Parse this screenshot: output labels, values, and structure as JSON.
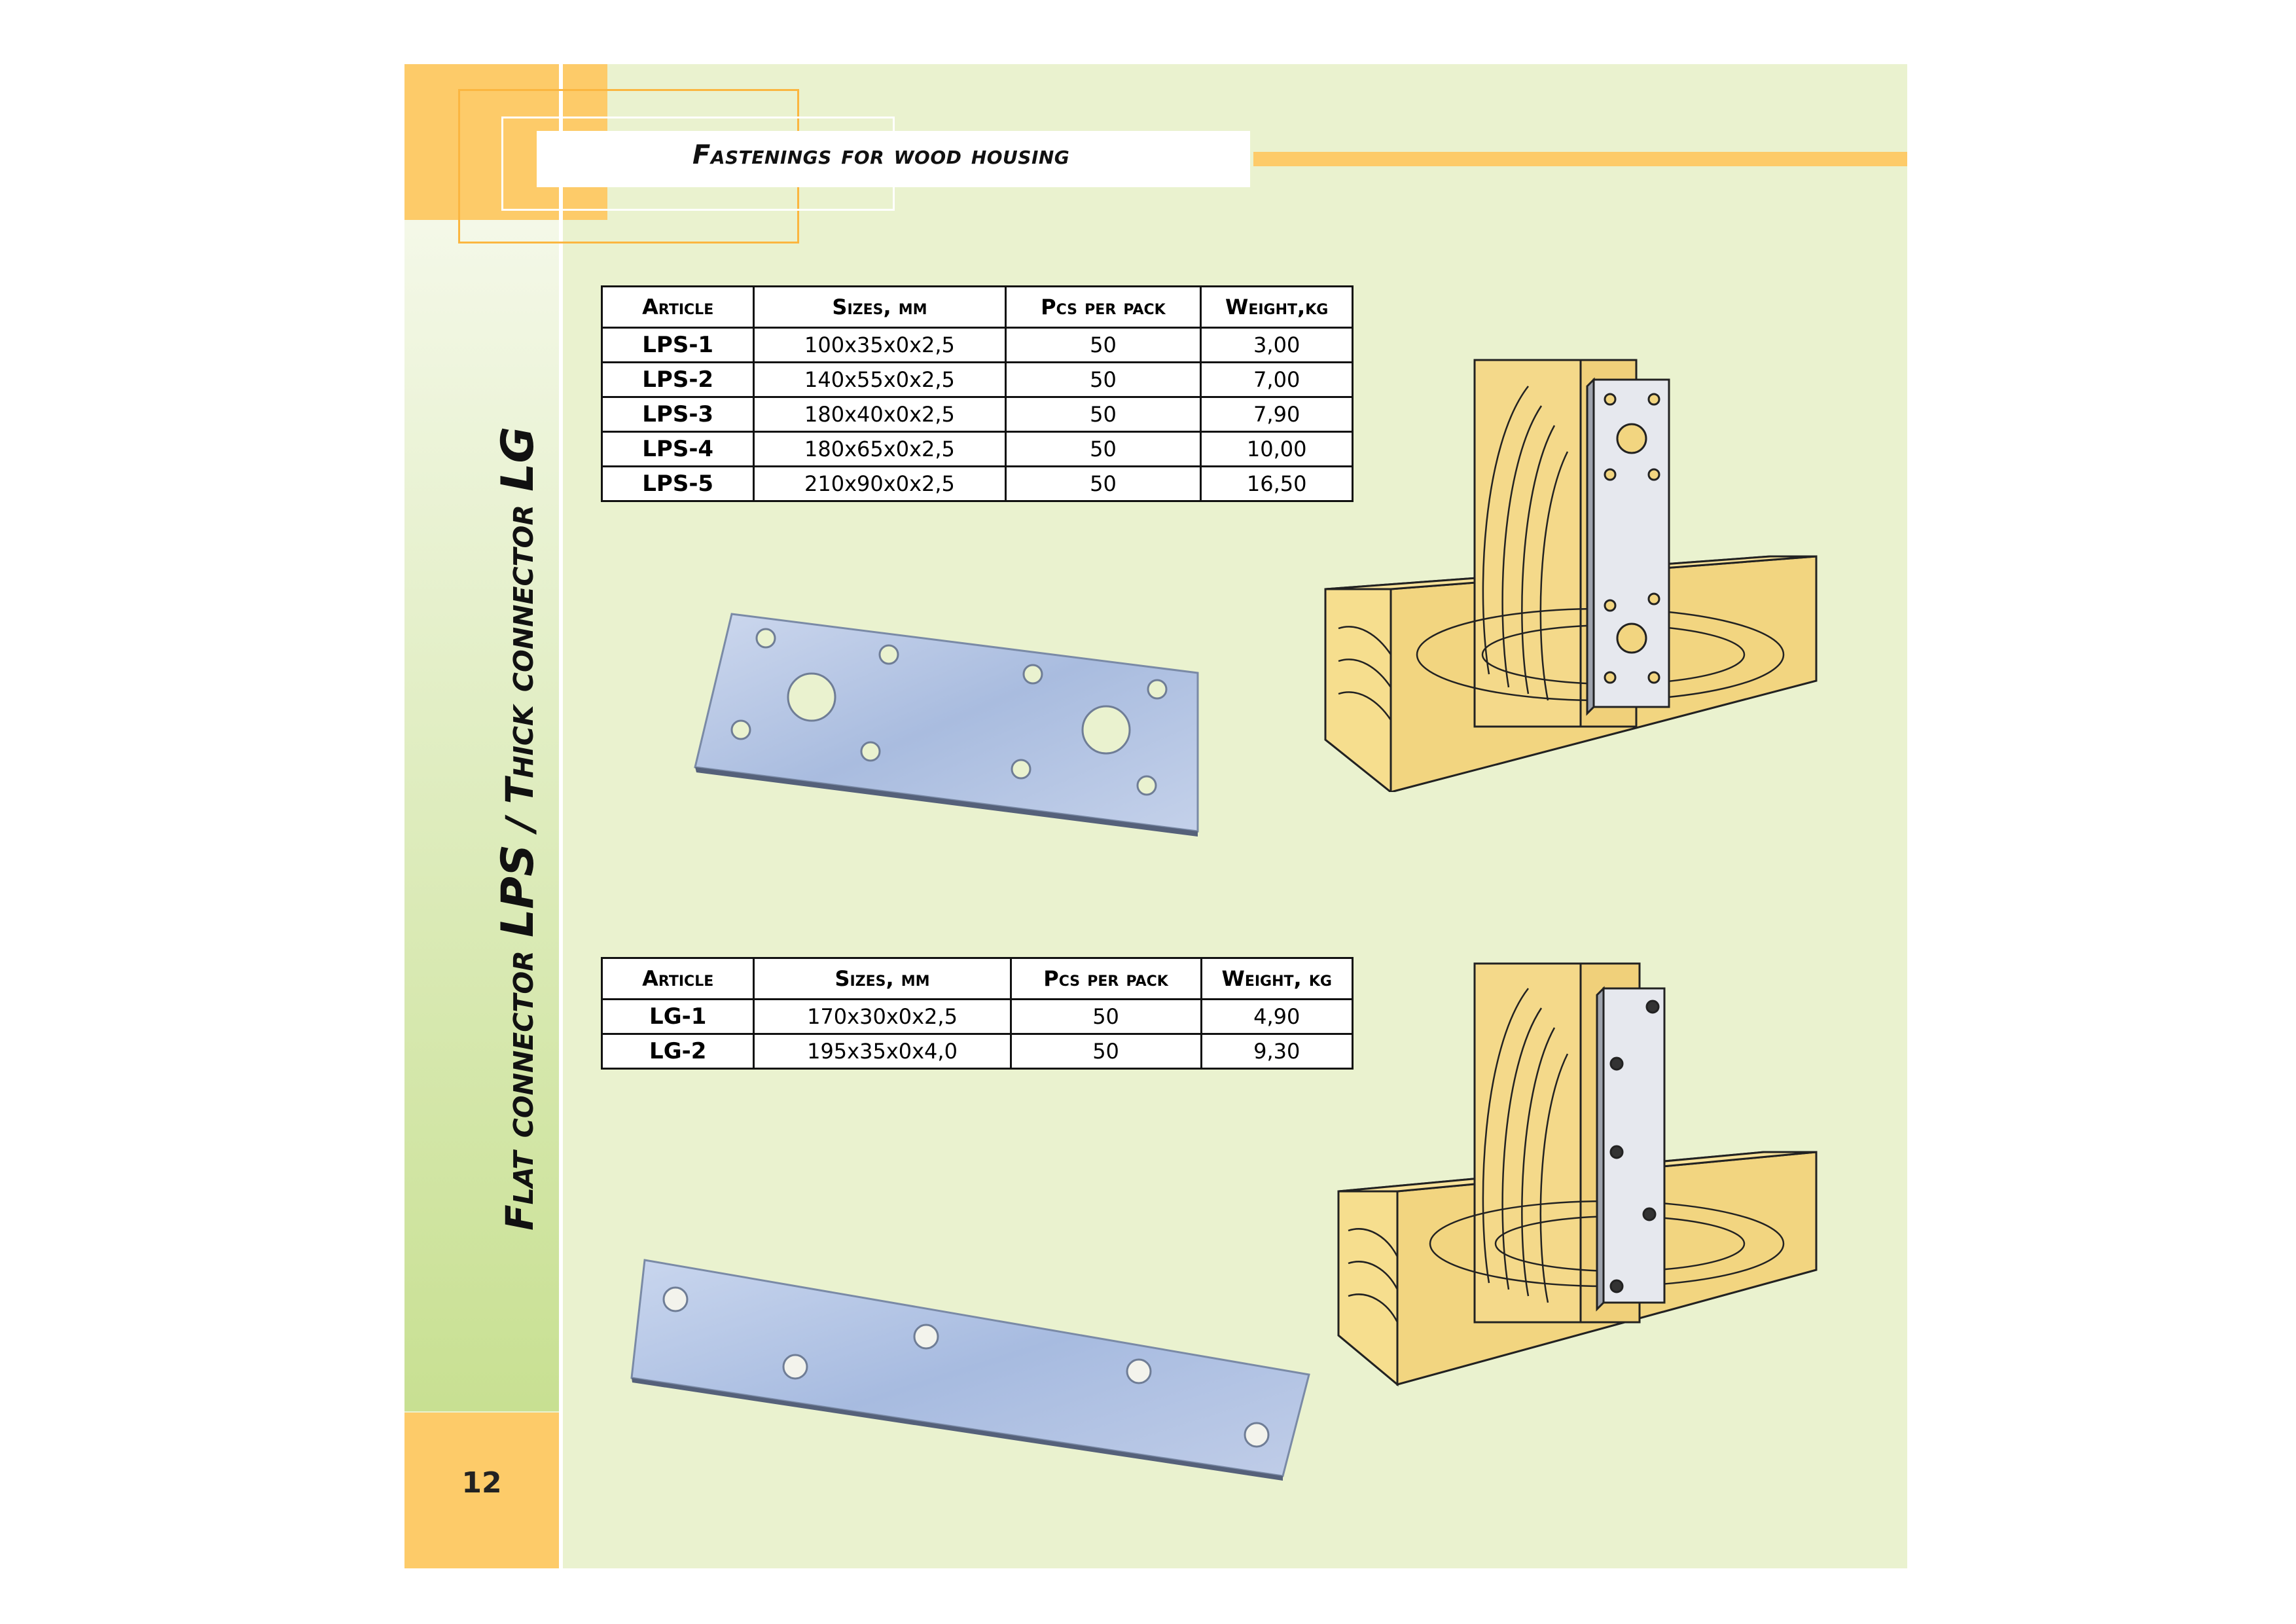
{
  "header": {
    "title": "Fastenings for wood housing"
  },
  "side_title": {
    "prefix_1": "Flat connector ",
    "product_1": "LPS",
    "separator": " / ",
    "prefix_2": "Thick connector ",
    "product_2": "LG"
  },
  "page_number": "12",
  "table_lps": {
    "headers": [
      "Article",
      "Sizes, mm",
      "Pcs per pack",
      "Weight,kg"
    ],
    "rows": [
      [
        "LPS-1",
        "100x35x0x2,5",
        "50",
        "3,00"
      ],
      [
        "LPS-2",
        "140x55x0x2,5",
        "50",
        "7,00"
      ],
      [
        "LPS-3",
        "180x40x0x2,5",
        "50",
        "7,90"
      ],
      [
        "LPS-4",
        "180x65x0x2,5",
        "50",
        "10,00"
      ],
      [
        "LPS-5",
        "210x90x0x2,5",
        "50",
        "16,50"
      ]
    ]
  },
  "table_lg": {
    "headers": [
      "Article",
      "Sizes, mm",
      "Pcs per pack",
      "Weight, kg"
    ],
    "rows": [
      [
        "LG-1",
        "170x30x0x2,5",
        "50",
        "4,90"
      ],
      [
        "LG-2",
        "195x35x0x4,0",
        "50",
        "9,30"
      ]
    ]
  },
  "illustrations": {
    "lps_plate": "flat-connector-plate-photo",
    "lps_mount": "wood-post-with-flat-connector-drawing",
    "lg_plate": "thick-connector-plate-photo",
    "lg_mount": "wood-post-with-thick-connector-drawing"
  },
  "colors": {
    "page_bg": "#eaf2cf",
    "accent_orange": "#fdcb69",
    "wood": "#f2d580",
    "plate": "#b3c4e2"
  }
}
